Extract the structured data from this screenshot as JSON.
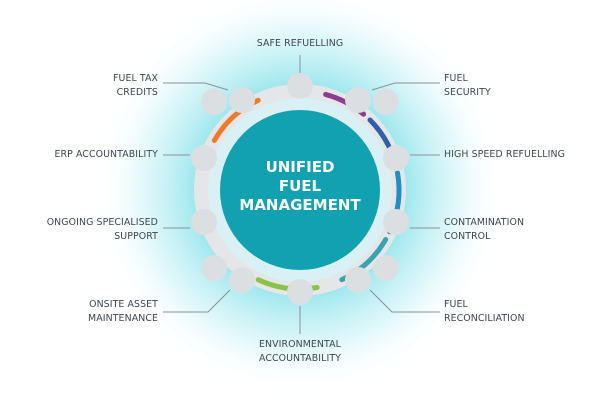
{
  "center_title": {
    "line1": "UNIFIED",
    "line2": "FUEL",
    "line3": "MANAGEMENT"
  },
  "labels": {
    "safe_refuelling": "SAFE REFUELLING",
    "fuel_security": "FUEL\nSECURITY",
    "high_speed_refuelling": "HIGH SPEED REFUELLING",
    "contamination_control": "CONTAMINATION\nCONTROL",
    "fuel_reconciliation": "FUEL\nRECONCILIATION",
    "environmental_accountability": "ENVIRONMENTAL\nACCOUNTABILITY",
    "onsite_asset_maintenance": "ONSITE ASSET\nMAINTENANCE",
    "ongoing_specialised_support": "ONGOING SPECIALISED\nSUPPORT",
    "erp_accountability": "ERP ACCOUNTABILITY",
    "fuel_tax_credits": "FUEL TAX\nCREDITS"
  },
  "colors": {
    "center_fill": "#11a1b0",
    "ring_fill": "#e4e6e8",
    "node_fill": "#dcdfe2",
    "glow": "#3fd0dc",
    "leader_line": "#8b9196",
    "label_text": "#3e4650",
    "segment_colors": [
      "#ee7a2b",
      "#8a3f8e",
      "#2f5fa8",
      "#1f8fc5",
      "#3aa3b0",
      "#8bc34a"
    ]
  }
}
